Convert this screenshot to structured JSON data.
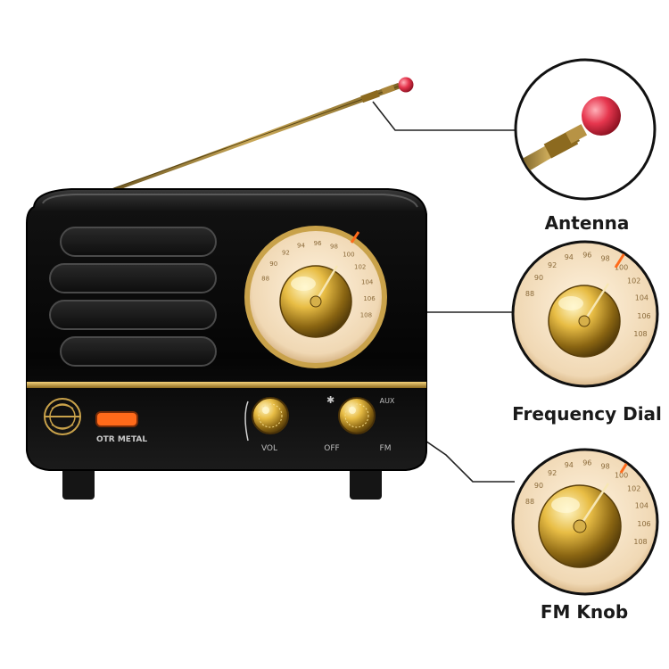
{
  "callouts": {
    "antenna": "Antenna",
    "frequency_dial": "Frequency Dial",
    "fm_knob": "FM Knob"
  },
  "radio": {
    "brand": "OTR METAL",
    "vol_label": "VOL",
    "off_label": "OFF",
    "fm_label": "FM",
    "aux_label": "AUX",
    "dial_numbers": [
      "88",
      "90",
      "92",
      "94",
      "96",
      "98",
      "100",
      "102",
      "104",
      "106",
      "108"
    ]
  },
  "colors": {
    "body": "#0b0b0b",
    "gold": "#c9a24a",
    "dial_face": "#f1ddbf",
    "antenna_tip": "#e0384f",
    "indicator": "#ff6a1a"
  }
}
